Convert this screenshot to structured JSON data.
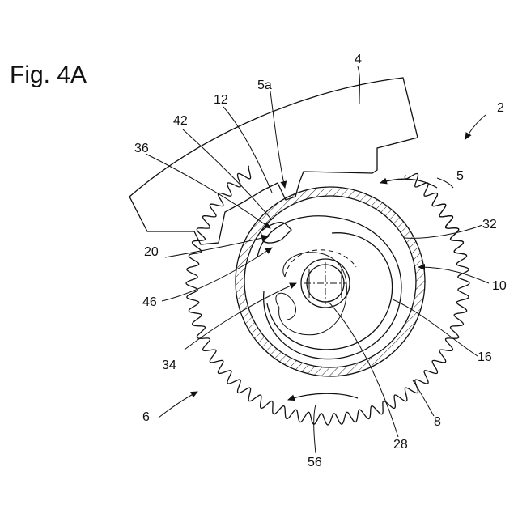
{
  "figure": {
    "title": "Fig. 4A",
    "labels": {
      "l4": "4",
      "l5a": "5a",
      "l12": "12",
      "l2": "2",
      "l42": "42",
      "l36": "36",
      "l5": "5",
      "l32": "32",
      "l20": "20",
      "l10": "10",
      "l46": "46",
      "l34": "34",
      "l16": "16",
      "l6": "6",
      "l8": "8",
      "l28": "28",
      "l56": "56"
    }
  }
}
